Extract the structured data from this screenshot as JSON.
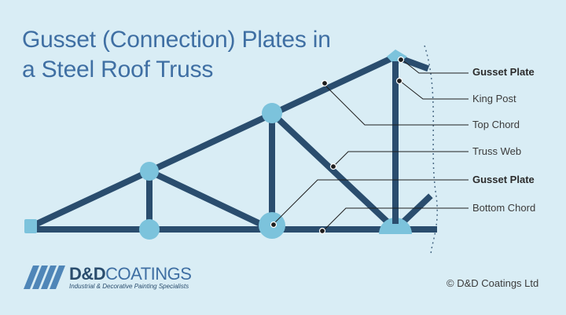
{
  "title": {
    "line1": "Gusset (Connection) Plates in",
    "line2": "a Steel Roof Truss"
  },
  "labels": [
    {
      "text": "Gusset Plate",
      "bold": true
    },
    {
      "text": "King Post",
      "bold": false
    },
    {
      "text": "Top Chord",
      "bold": false
    },
    {
      "text": "Truss Web",
      "bold": false
    },
    {
      "text": "Gusset Plate",
      "bold": true
    },
    {
      "text": "Bottom Chord",
      "bold": false
    }
  ],
  "logo": {
    "brand_bold": "D&D",
    "brand_light": "COATINGS",
    "tagline": "Industrial & Decorative Painting Specialists"
  },
  "copyright": "© D&D Coatings Ltd",
  "colors": {
    "background": "#d9edf5",
    "member": "#2a4d6e",
    "gusset": "#7cc3dc",
    "title": "#3f6fa3",
    "leader": "#1e1e1e"
  }
}
